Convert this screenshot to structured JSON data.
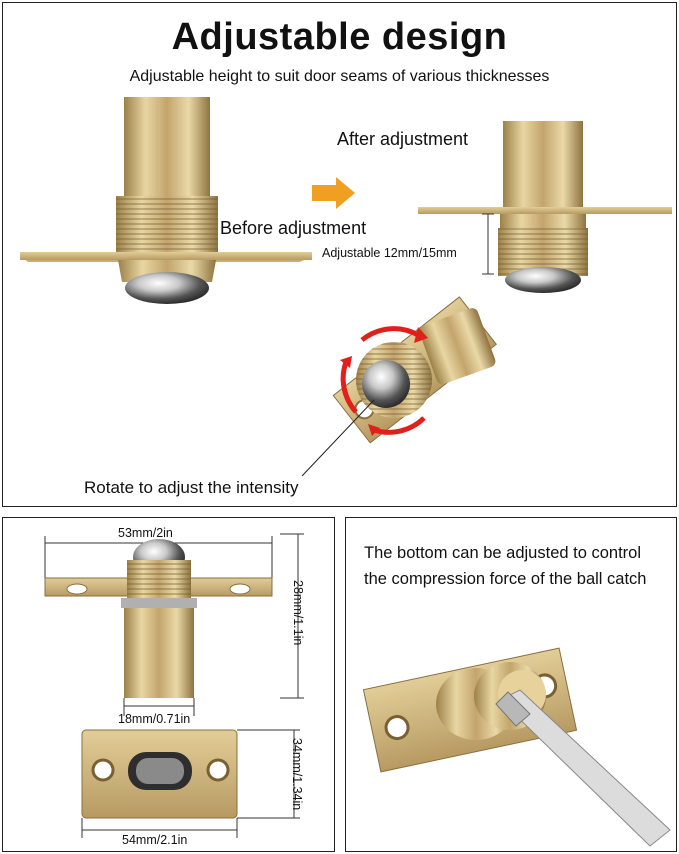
{
  "header": {
    "title": "Adjustable design",
    "subtitle": "Adjustable height to suit door seams of various thicknesses"
  },
  "labels": {
    "after": "After adjustment",
    "before": "Before adjustment",
    "adjustable": "Adjustable 12mm/15mm",
    "rotate": "Rotate to adjust the intensity"
  },
  "dimensions": {
    "width_total": "53mm/2in",
    "height": "28mm/1.1in",
    "barrel_diameter": "18mm/0.71in",
    "strike_height": "34mm/1.34in",
    "strike_width": "54mm/2.1in"
  },
  "tip": {
    "text": "The bottom can be adjusted to control the compression force of the ball catch"
  },
  "colors": {
    "brass_light": "#e3cf9a",
    "brass_mid": "#bfa068",
    "brass_dark": "#8a6f3e",
    "arrow_orange": "#f0a020",
    "rotate_red": "#e0201a"
  }
}
